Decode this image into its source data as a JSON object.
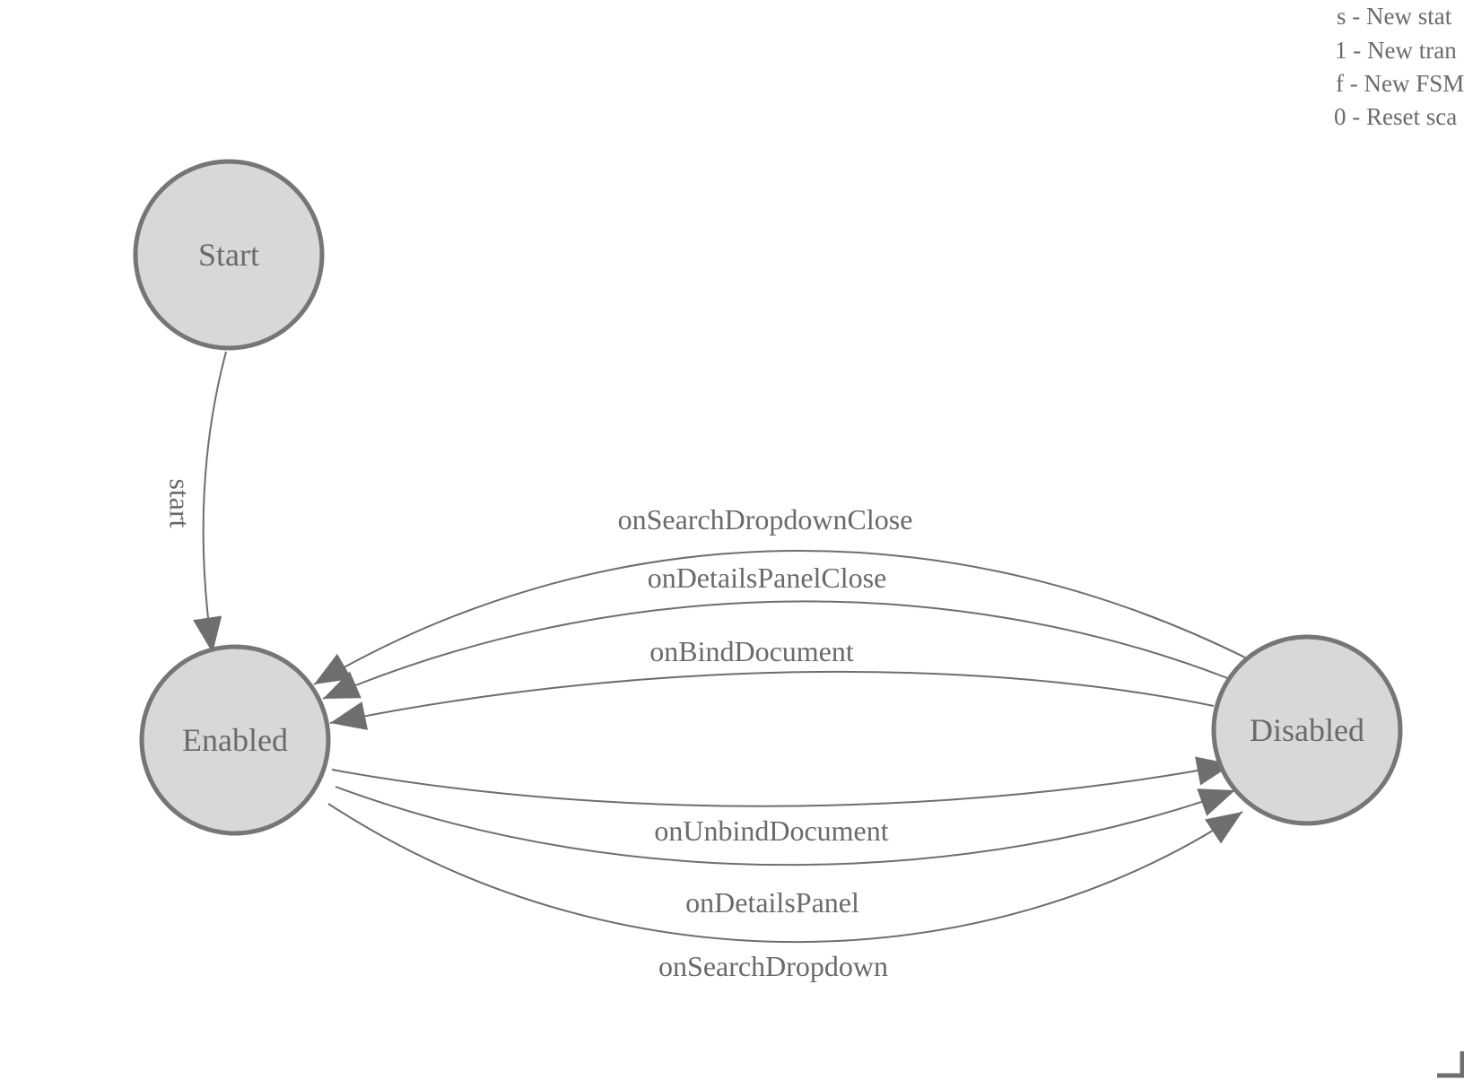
{
  "diagram": {
    "type": "finite-state-machine",
    "states": [
      {
        "id": "start",
        "label": "Start"
      },
      {
        "id": "enabled",
        "label": "Enabled"
      },
      {
        "id": "disabled",
        "label": "Disabled"
      }
    ],
    "transitions": [
      {
        "label": "start",
        "from": "Start",
        "to": "Enabled"
      },
      {
        "label": "onSearchDropdownClose",
        "from": "Disabled",
        "to": "Enabled"
      },
      {
        "label": "onDetailsPanelClose",
        "from": "Disabled",
        "to": "Enabled"
      },
      {
        "label": "onBindDocument",
        "from": "Disabled",
        "to": "Enabled"
      },
      {
        "label": "onUnbindDocument",
        "from": "Enabled",
        "to": "Disabled"
      },
      {
        "label": "onDetailsPanel",
        "from": "Enabled",
        "to": "Disabled"
      },
      {
        "label": "onSearchDropdown",
        "from": "Enabled",
        "to": "Disabled"
      }
    ]
  },
  "legend": {
    "lines": [
      "s - New stat",
      "1 - New tran",
      "f - New FSM",
      "0 - Reset sca"
    ]
  },
  "colors": {
    "state_fill": "#d8d8d8",
    "state_stroke": "#767676",
    "edge_stroke": "#6e6e6e",
    "text": "#6a6a6a",
    "background": "#ffffff"
  }
}
